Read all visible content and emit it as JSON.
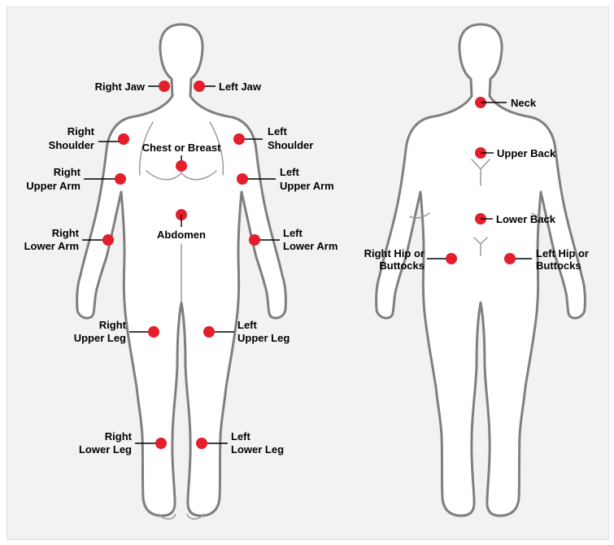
{
  "colors": {
    "background": "#f2f2f2",
    "outline": "#7f7f7f",
    "marker": "#e41e2b",
    "text": "#000000"
  },
  "front_view": {
    "right_jaw": "Right Jaw",
    "left_jaw": "Left Jaw",
    "right_shoulder": [
      "Right",
      "Shoulder"
    ],
    "left_shoulder": [
      "Left",
      "Shoulder"
    ],
    "chest": "Chest or Breast",
    "right_upper_arm": [
      "Right",
      "Upper Arm"
    ],
    "left_upper_arm": [
      "Left",
      "Upper Arm"
    ],
    "abdomen": "Abdomen",
    "right_lower_arm": [
      "Right",
      "Lower Arm"
    ],
    "left_lower_arm": [
      "Left",
      "Lower Arm"
    ],
    "right_upper_leg": [
      "Right",
      "Upper Leg"
    ],
    "left_upper_leg": [
      "Left",
      "Upper Leg"
    ],
    "right_lower_leg": [
      "Right",
      "Lower Leg"
    ],
    "left_lower_leg": [
      "Left",
      "Lower Leg"
    ]
  },
  "back_view": {
    "neck": "Neck",
    "upper_back": "Upper Back",
    "lower_back": "Lower Back",
    "right_hip": [
      "Right Hip or",
      "Buttocks"
    ],
    "left_hip": [
      "Left Hip or",
      "Buttocks"
    ]
  }
}
